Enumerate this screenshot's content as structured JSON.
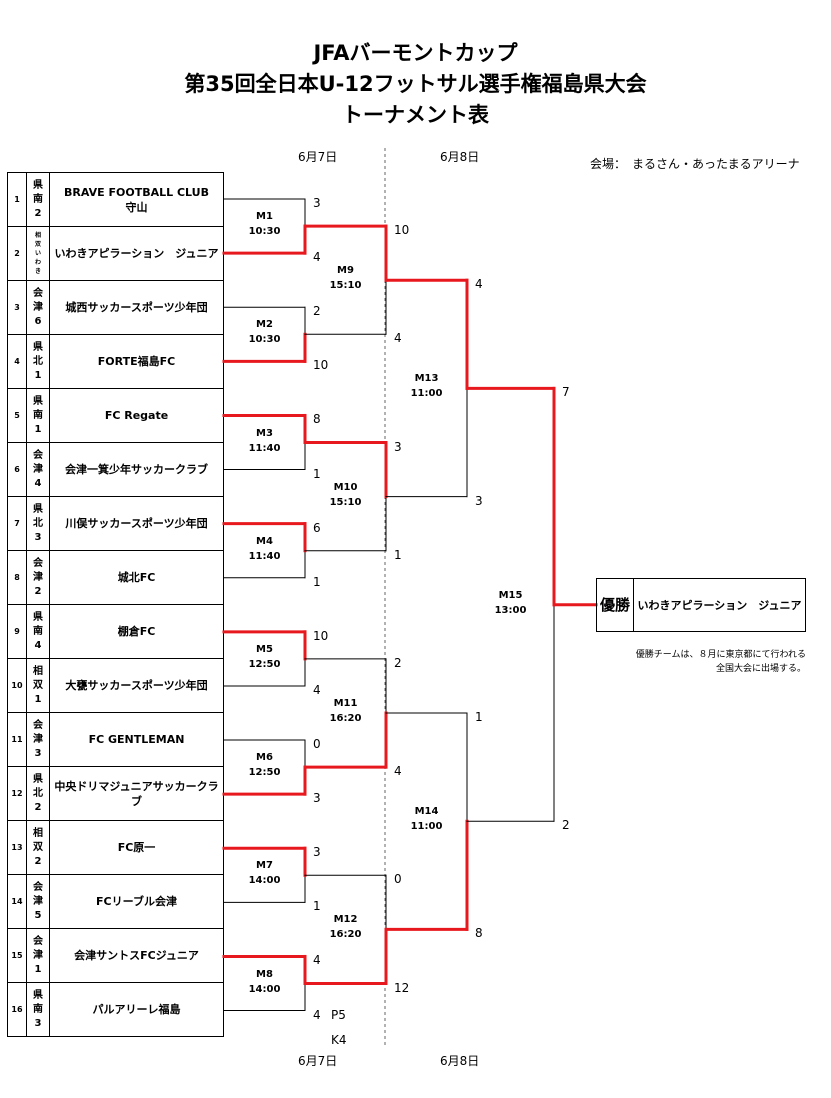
{
  "title_lines": [
    "JFAバーモントカップ",
    "第35回全日本U-12フットサル選手権福島県大会",
    "トーナメント表"
  ],
  "dates": {
    "day1": "6月7日",
    "day2": "6月8日"
  },
  "venue": "会場：　まるさん・あったまるアリーナ",
  "teams": [
    {
      "num": "1",
      "region": "県南2",
      "name": "BRAVE FOOTBALL CLUB\n守山"
    },
    {
      "num": "2",
      "region": "相双いわき",
      "name": "いわきアピラーション　ジュニア"
    },
    {
      "num": "3",
      "region": "会津6",
      "name": "城西サッカースポーツ少年団"
    },
    {
      "num": "4",
      "region": "県北1",
      "name": "FORTE福島FC"
    },
    {
      "num": "5",
      "region": "県南1",
      "name": "FC Regate"
    },
    {
      "num": "6",
      "region": "会津4",
      "name": "会津一箕少年サッカークラブ"
    },
    {
      "num": "7",
      "region": "県北3",
      "name": "川俣サッカースポーツ少年団"
    },
    {
      "num": "8",
      "region": "会津2",
      "name": "城北FC"
    },
    {
      "num": "9",
      "region": "県南4",
      "name": "棚倉FC"
    },
    {
      "num": "10",
      "region": "相双1",
      "name": "大甕サッカースポーツ少年団"
    },
    {
      "num": "11",
      "region": "会津3",
      "name": "FC GENTLEMAN"
    },
    {
      "num": "12",
      "region": "県北2",
      "name": "中央ドリマジュニアサッカークラブ"
    },
    {
      "num": "13",
      "region": "相双2",
      "name": "FC原一"
    },
    {
      "num": "14",
      "region": "会津5",
      "name": "FCリーブル会津"
    },
    {
      "num": "15",
      "region": "会津1",
      "name": "会津サントスFCジュニア"
    },
    {
      "num": "16",
      "region": "県南3",
      "name": "パルアリーレ福島"
    }
  ],
  "matches": [
    {
      "id": "M1",
      "time": "10:30",
      "top": "3",
      "bottom": "4",
      "winner": "bottom"
    },
    {
      "id": "M2",
      "time": "10:30",
      "top": "2",
      "bottom": "10",
      "winner": "bottom"
    },
    {
      "id": "M3",
      "time": "11:40",
      "top": "8",
      "bottom": "1",
      "winner": "top"
    },
    {
      "id": "M4",
      "time": "11:40",
      "top": "6",
      "bottom": "1",
      "winner": "top"
    },
    {
      "id": "M5",
      "time": "12:50",
      "top": "10",
      "bottom": "4",
      "winner": "top"
    },
    {
      "id": "M6",
      "time": "12:50",
      "top": "0",
      "bottom": "3",
      "winner": "bottom"
    },
    {
      "id": "M7",
      "time": "14:00",
      "top": "3",
      "bottom": "1",
      "winner": "top"
    },
    {
      "id": "M8",
      "time": "14:00",
      "top": "4",
      "bottom": "4",
      "winner": "top",
      "top_pk": "P5",
      "bottom_pk": "K4"
    },
    {
      "id": "M9",
      "time": "15:10",
      "top": "10",
      "bottom": "4",
      "winner": "top"
    },
    {
      "id": "M10",
      "time": "15:10",
      "top": "3",
      "bottom": "1",
      "winner": "top"
    },
    {
      "id": "M11",
      "time": "16:20",
      "top": "2",
      "bottom": "4",
      "winner": "bottom"
    },
    {
      "id": "M12",
      "time": "16:20",
      "top": "0",
      "bottom": "12",
      "winner": "bottom"
    },
    {
      "id": "M13",
      "time": "11:00",
      "top": "4",
      "bottom": "3",
      "winner": "top"
    },
    {
      "id": "M14",
      "time": "11:00",
      "top": "1",
      "bottom": "8",
      "winner": "bottom"
    },
    {
      "id": "M15",
      "time": "13:00",
      "top": "7",
      "bottom": "2",
      "winner": "top"
    }
  ],
  "champion": {
    "label": "優勝",
    "name": "いわきアピラーション　ジュニア"
  },
  "note": [
    "優勝チームは、８月に東京都にて行われる",
    "全国大会に出場する。"
  ],
  "colors": {
    "win": "#e8191e",
    "line": "#000000",
    "divider": "#666666"
  }
}
